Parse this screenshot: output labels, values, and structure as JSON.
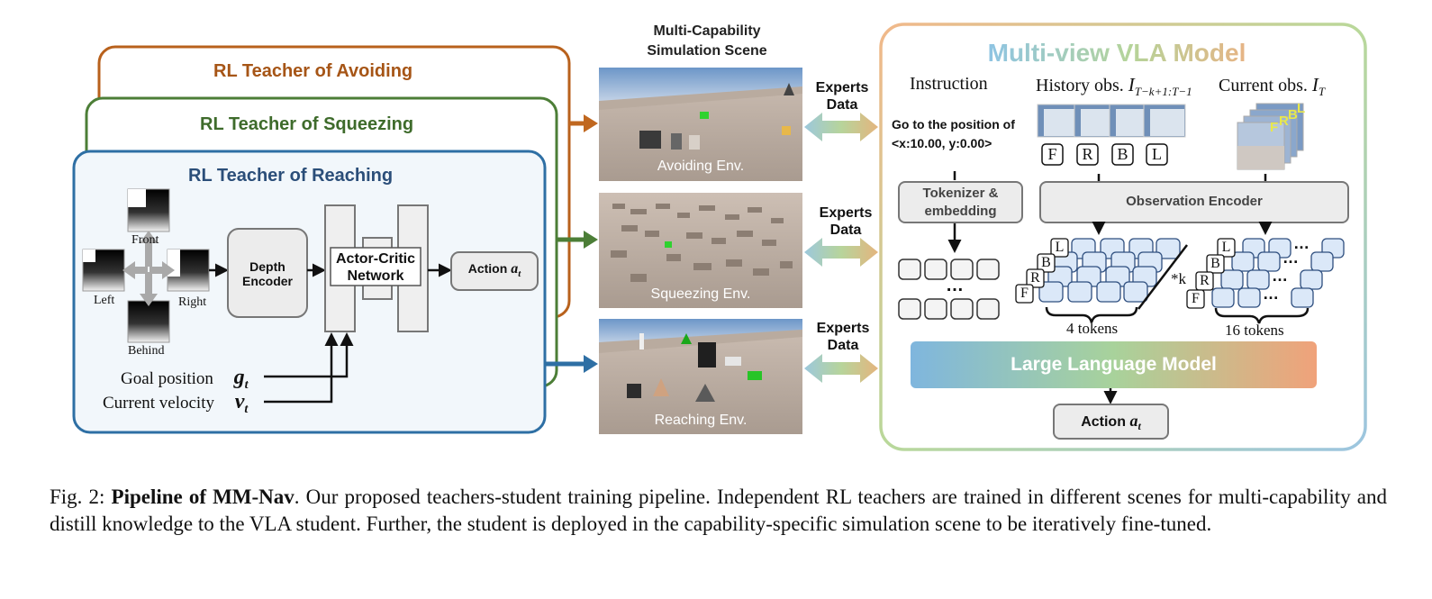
{
  "teachers": {
    "avoiding": "RL Teacher of Avoiding",
    "squeezing": "RL Teacher of Squeezing",
    "reaching": "RL Teacher of Reaching"
  },
  "reaching_panel": {
    "views": {
      "front": "Front",
      "left": "Left",
      "right": "Right",
      "behind": "Behind"
    },
    "depth_encoder": "Depth Encoder",
    "actor_critic": "Actor-Critic Network",
    "action_label": "Action",
    "action_symbol": "a",
    "action_sub": "t",
    "goal_label": "Goal position",
    "goal_symbol": "g",
    "goal_sub": "t",
    "velocity_label": "Current velocity",
    "velocity_symbol": "v",
    "velocity_sub": "t"
  },
  "scene": {
    "title_line1": "Multi-Capability",
    "title_line2": "Simulation Scene",
    "envs": [
      "Avoiding Env.",
      "Squeezing Env.",
      "Reaching Env."
    ],
    "experts_line1": "Experts",
    "experts_line2": "Data"
  },
  "vla": {
    "title": "Multi-view VLA Model",
    "instruction_heading": "Instruction",
    "instruction_line1": "Go to the position of",
    "instruction_line2": "<x:10.00, y:0.00>",
    "history_heading": "History obs.",
    "history_symbol": "I",
    "history_sub": "T−k+1:T−1",
    "current_heading": "Current obs.",
    "current_symbol": "I",
    "current_sub": "T",
    "view_letters": [
      "F",
      "R",
      "B",
      "L"
    ],
    "tokenizer_line1": "Tokenizer &",
    "tokenizer_line2": "embedding",
    "observation_encoder": "Observation Encoder",
    "k_label": "*k",
    "ellipsis": "…",
    "history_tokens": "4 tokens",
    "current_tokens": "16 tokens",
    "llm": "Large Language Model",
    "action_label": "Action",
    "action_symbol": "a",
    "action_sub": "t"
  },
  "caption": {
    "prefix": "Fig. 2:",
    "title": "Pipeline of MM-Nav",
    "body": ". Our proposed teachers-student training pipeline. Independent RL teachers are trained in different scenes for multi-capability and distill knowledge to the VLA student. Further, the student is deployed in the capability-specific simulation scene to be iteratively fine-tuned."
  },
  "colors": {
    "avoiding": "#b8611c",
    "squeezing": "#4c7e37",
    "reaching": "#2e6fa4",
    "reaching_title": "#2b4e79",
    "squeezing_title": "#3e6b2b",
    "avoiding_title": "#a65516"
  }
}
